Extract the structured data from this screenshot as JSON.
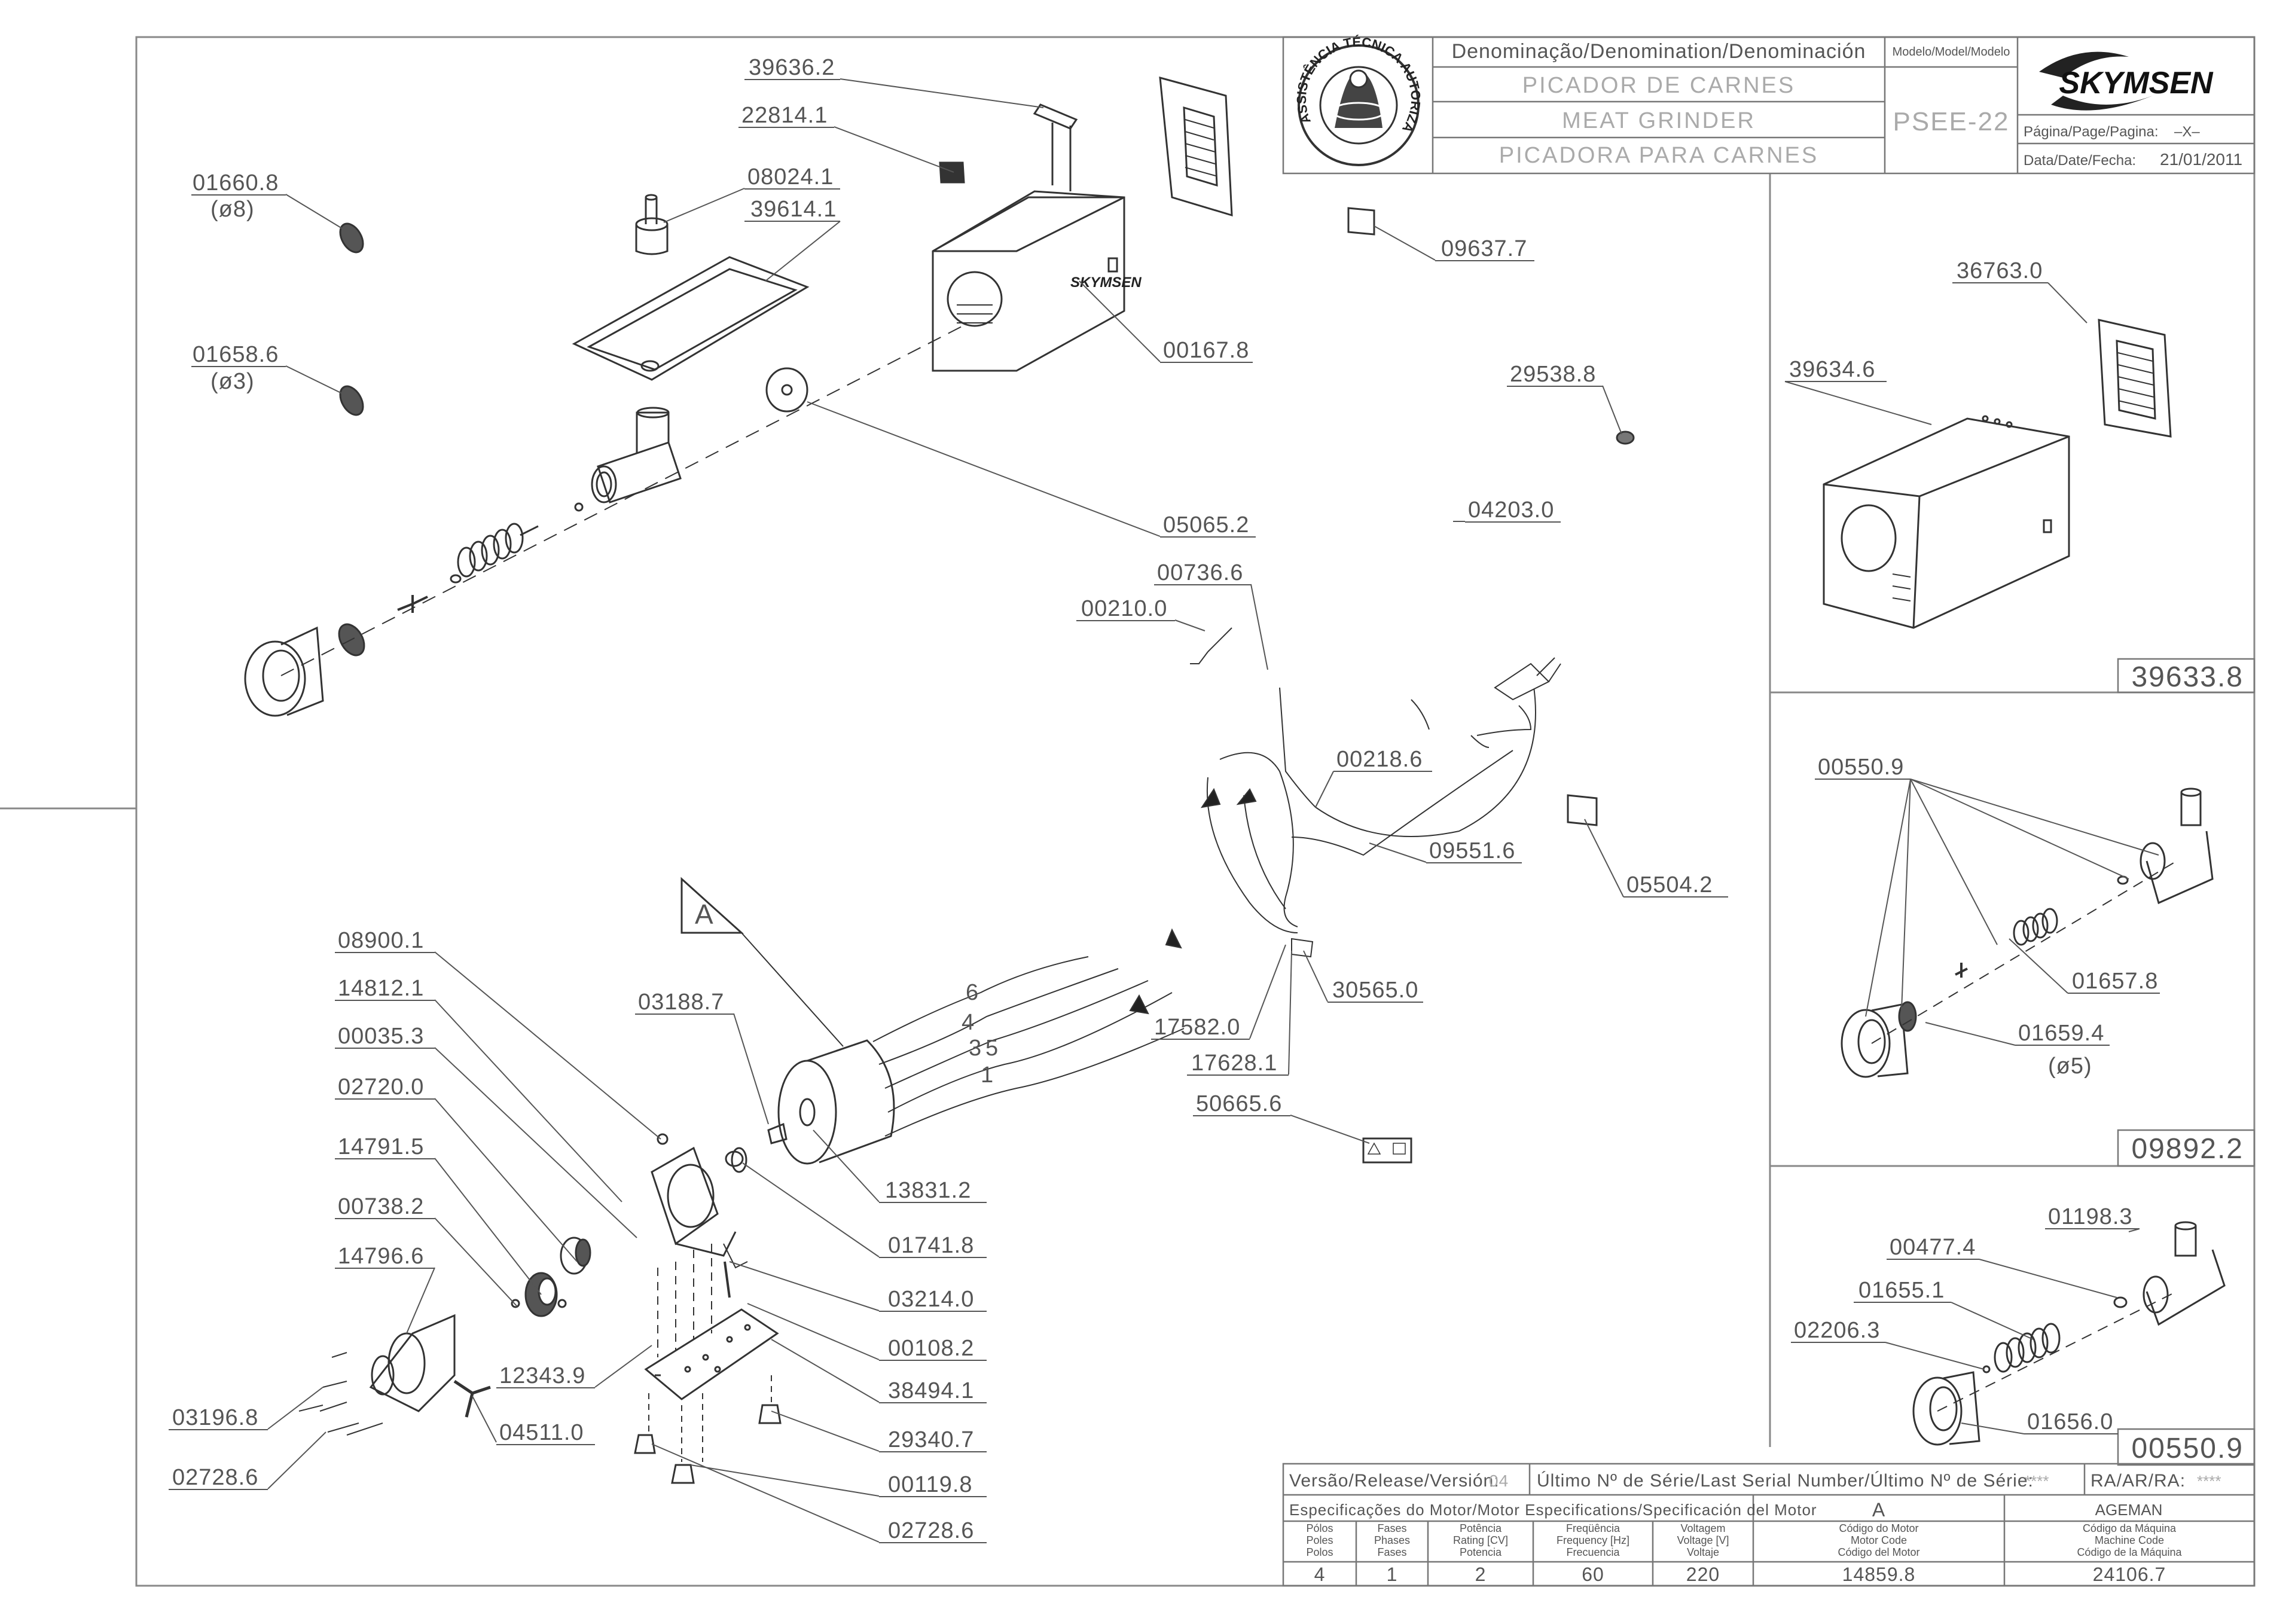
{
  "title_block": {
    "denomination_header": "Denominação/Denomination/Denominación",
    "name_pt": "PICADOR DE CARNES",
    "name_en": "MEAT GRINDER",
    "name_es": "PICADORA PARA CARNES",
    "model_header": "Modelo/Model/Modelo",
    "model": "PSEE-22",
    "page_label": "Página/Page/Pagina:",
    "page_value": "–X–",
    "date_label": "Data/Date/Fecha:",
    "date_value": "21/01/2011",
    "brand": "SKYMSEN",
    "seal_text": "ASSISTÊNCIA TÉCNICA AUTORIZADA"
  },
  "bottom_block": {
    "version_label": "Versão/Release/Versión:",
    "version_value": "04",
    "serial_label": "Último Nº de Série/Last Serial Number/Último Nº de Série:",
    "serial_value": "****",
    "ra_label": "RA/AR/RA:",
    "ra_value": "****",
    "motor_spec_label": "Especificações do Motor/Motor Especifications/Specificación del Motor",
    "motor_letter": "A",
    "maker": "AGEMAN",
    "columns": [
      {
        "h1": "Pólos",
        "h2": "Poles",
        "h3": "Polos",
        "value": "4"
      },
      {
        "h1": "Fases",
        "h2": "Phases",
        "h3": "Fases",
        "value": "1"
      },
      {
        "h1": "Potência",
        "h2": "Rating [CV]",
        "h3": "Potencia",
        "value": "2"
      },
      {
        "h1": "Freqüência",
        "h2": "Frequency [Hz]",
        "h3": "Frecuencia",
        "value": "60"
      },
      {
        "h1": "Voltagem",
        "h2": "Voltage [V]",
        "h3": "Voltaje",
        "value": "220"
      },
      {
        "h1": "Código do Motor",
        "h2": "Motor Code",
        "h3": "Código del Motor",
        "value": "14859.8"
      },
      {
        "h1": "Código da Máquina",
        "h2": "Machine Code",
        "h3": "Código de la Máquina",
        "value": "24106.7"
      }
    ]
  },
  "part_labels": [
    "39636.2",
    "22814.1",
    "08024.1",
    "39614.1",
    "01660.8",
    "(ø8)",
    "01658.6",
    "(ø3)",
    "09637.7",
    "00167.8",
    "29538.8",
    "05065.2",
    "04203.0",
    "00736.6",
    "00210.0",
    "00218.6",
    "09551.6",
    "05504.2",
    "30565.0",
    "17582.0",
    "17628.1",
    "50665.6",
    "03188.7",
    "08900.1",
    "14812.1",
    "00035.3",
    "02720.0",
    "14791.5",
    "00738.2",
    "14796.6",
    "03196.8",
    "02728.6",
    "12343.9",
    "04511.0",
    "13831.2",
    "01741.8",
    "03214.0",
    "00108.2",
    "38494.1",
    "29340.7",
    "00119.8",
    "02728.6"
  ],
  "wire_numbers": [
    "6",
    "4",
    "3",
    "5",
    "1"
  ],
  "detail_mark": "A",
  "panels": {
    "housing": {
      "code": "39633.8",
      "labels": [
        "36763.0",
        "39634.6"
      ]
    },
    "kit_5mm": {
      "code": "09892.2",
      "labels": [
        "00550.9",
        "01657.8",
        "01659.4",
        "(ø5)"
      ]
    },
    "kit_body": {
      "code": "00550.9",
      "labels": [
        "01198.3",
        "00477.4",
        "01655.1",
        "02206.3",
        "01656.0"
      ]
    }
  }
}
